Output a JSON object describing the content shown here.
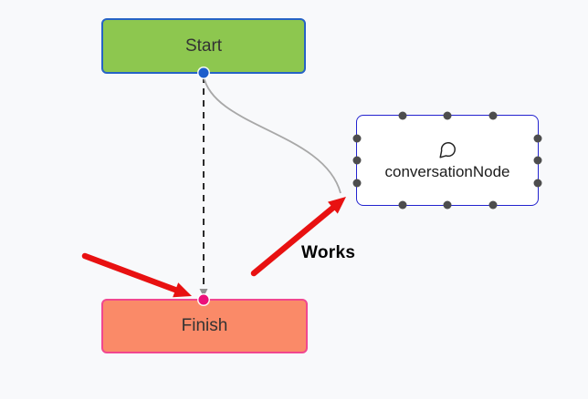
{
  "nodes": {
    "start": {
      "label": "Start"
    },
    "finish": {
      "label": "Finish"
    },
    "conversation": {
      "label": "conversationNode",
      "icon": "speech-bubble-icon"
    }
  },
  "annotations": {
    "works": "Works"
  },
  "colors": {
    "canvas-bg": "#f8f9fb",
    "start-fill": "#8dc74f",
    "start-border": "#2663c5",
    "finish-fill": "#fa8a68",
    "finish-border": "#f1478f",
    "conv-fill": "#ffffff",
    "conv-border": "#2323cf",
    "handle-fill": "#4d4d4d",
    "source-port": "#1d5ecc",
    "target-port": "#ec107a",
    "gray-edge": "#a8a8a8",
    "dash-edge": "#2b2b2b",
    "dash-head": "#909090",
    "annotation-red": "#e81111"
  }
}
